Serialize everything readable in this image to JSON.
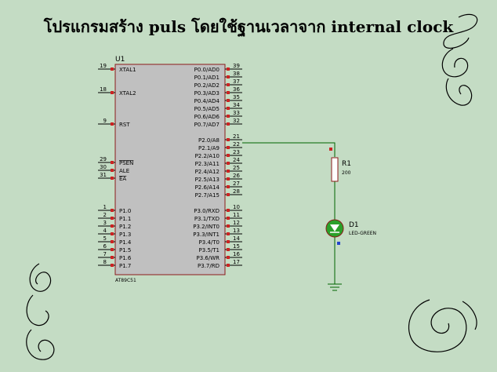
{
  "title": "โปรแกรมสร้าง puls โดยใช้ฐานเวลาจาก internal clock",
  "mcu": {
    "ref": "U1",
    "part": "AT89C51",
    "left_pins": [
      {
        "num": "19",
        "label": "XTAL1"
      },
      {
        "num": "18",
        "label": "XTAL2"
      },
      {
        "num": "9",
        "label": "RST"
      },
      {
        "num": "29",
        "label": "PSEN"
      },
      {
        "num": "30",
        "label": "ALE"
      },
      {
        "num": "31",
        "label": "EA"
      },
      {
        "num": "1",
        "label": "P1.0"
      },
      {
        "num": "2",
        "label": "P1.1"
      },
      {
        "num": "3",
        "label": "P1.2"
      },
      {
        "num": "4",
        "label": "P1.3"
      },
      {
        "num": "5",
        "label": "P1.4"
      },
      {
        "num": "6",
        "label": "P1.5"
      },
      {
        "num": "7",
        "label": "P1.6"
      },
      {
        "num": "8",
        "label": "P1.7"
      }
    ],
    "right_pins": [
      {
        "num": "39",
        "label": "P0.0/AD0"
      },
      {
        "num": "38",
        "label": "P0.1/AD1"
      },
      {
        "num": "37",
        "label": "P0.2/AD2"
      },
      {
        "num": "36",
        "label": "P0.3/AD3"
      },
      {
        "num": "35",
        "label": "P0.4/AD4"
      },
      {
        "num": "34",
        "label": "P0.5/AD5"
      },
      {
        "num": "33",
        "label": "P0.6/AD6"
      },
      {
        "num": "32",
        "label": "P0.7/AD7"
      },
      {
        "num": "21",
        "label": "P2.0/A8"
      },
      {
        "num": "22",
        "label": "P2.1/A9"
      },
      {
        "num": "23",
        "label": "P2.2/A10"
      },
      {
        "num": "24",
        "label": "P2.3/A11"
      },
      {
        "num": "25",
        "label": "P2.4/A12"
      },
      {
        "num": "26",
        "label": "P2.5/A13"
      },
      {
        "num": "27",
        "label": "P2.6/A14"
      },
      {
        "num": "28",
        "label": "P2.7/A15"
      },
      {
        "num": "10",
        "label": "P3.0/RXD"
      },
      {
        "num": "11",
        "label": "P3.1/TXD"
      },
      {
        "num": "12",
        "label": "P3.2/INT0"
      },
      {
        "num": "13",
        "label": "P3.3/INT1"
      },
      {
        "num": "14",
        "label": "P3.4/T0"
      },
      {
        "num": "15",
        "label": "P3.5/T1"
      },
      {
        "num": "16",
        "label": "P3.6/WR"
      },
      {
        "num": "17",
        "label": "P3.7/RD"
      }
    ]
  },
  "resistor": {
    "ref": "R1",
    "value": "200"
  },
  "led": {
    "ref": "D1",
    "part": "LED-GREEN"
  },
  "colors": {
    "background": "#c4dcc4",
    "chip_fill": "#c0c0c0",
    "chip_border": "#8b1a1a",
    "wire": "#006400",
    "pin_marker": "#cc2222",
    "led": "#2aa02a"
  }
}
